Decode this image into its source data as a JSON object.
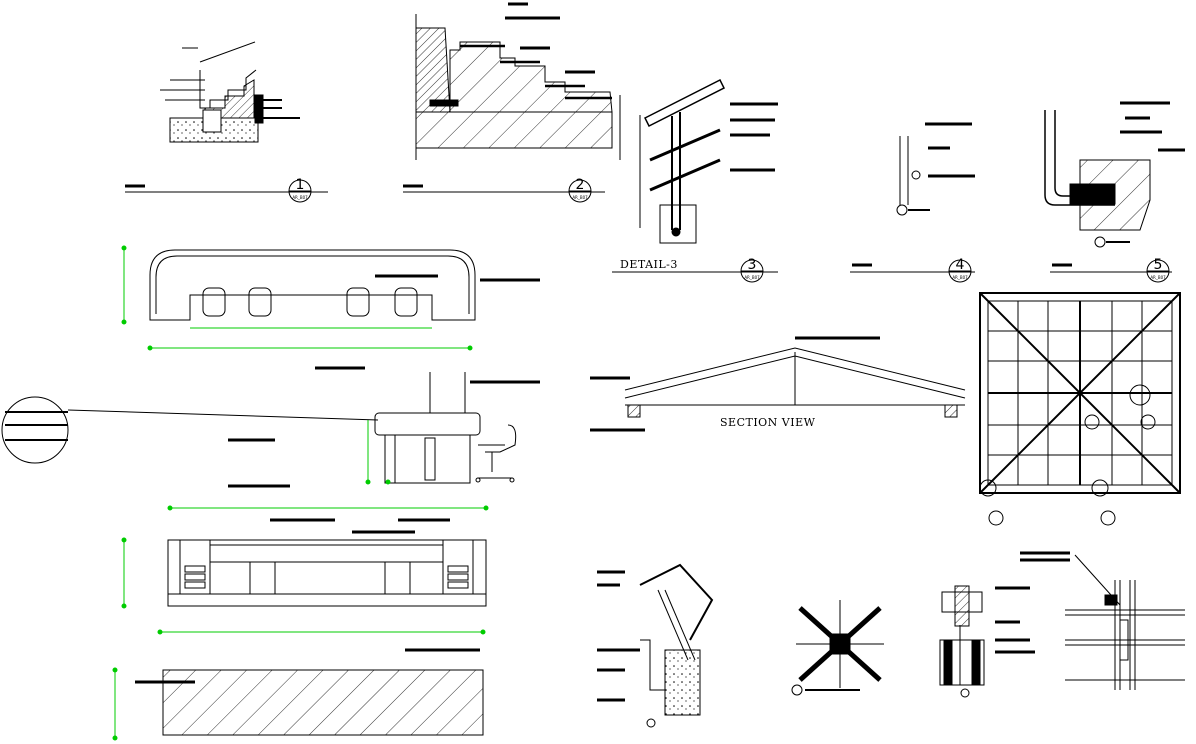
{
  "colors": {
    "ink": "#000000",
    "dimension": "#00cc00",
    "paper": "#ffffff"
  },
  "details": [
    {
      "number": "1",
      "ref": "AR_B07"
    },
    {
      "number": "2",
      "ref": "AR_B07"
    },
    {
      "number": "3",
      "ref": "AR_B07",
      "title": "DETAIL-3"
    },
    {
      "number": "4",
      "ref": "AR_B07"
    },
    {
      "number": "5",
      "ref": "AR_B07"
    }
  ],
  "roof": {
    "caption": "SECTION VIEW"
  }
}
